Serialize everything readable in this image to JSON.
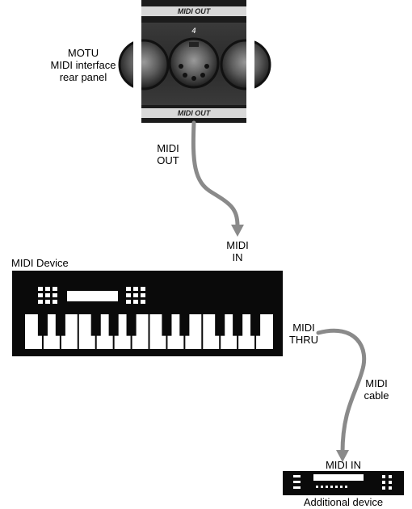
{
  "rear_panel": {
    "caption": [
      "MOTU",
      "MIDI interface",
      "rear panel"
    ],
    "top_label": "MIDI OUT",
    "bottom_label": "MIDI OUT",
    "port_number": "4"
  },
  "cable_1": {
    "start_label": [
      "MIDI",
      "OUT"
    ],
    "end_label": [
      "MIDI",
      "IN"
    ]
  },
  "midi_device": {
    "caption": "MIDI Device"
  },
  "cable_2": {
    "start_label": [
      "MIDI",
      "THRU"
    ],
    "middle_label": [
      "MIDI",
      "cable"
    ],
    "end_label": "MIDI IN"
  },
  "additional_device": {
    "caption": "Additional device"
  },
  "colors": {
    "cable": "#8a8a8a",
    "device_body": "#0a0a0a",
    "panel": "#1a1a1a"
  }
}
